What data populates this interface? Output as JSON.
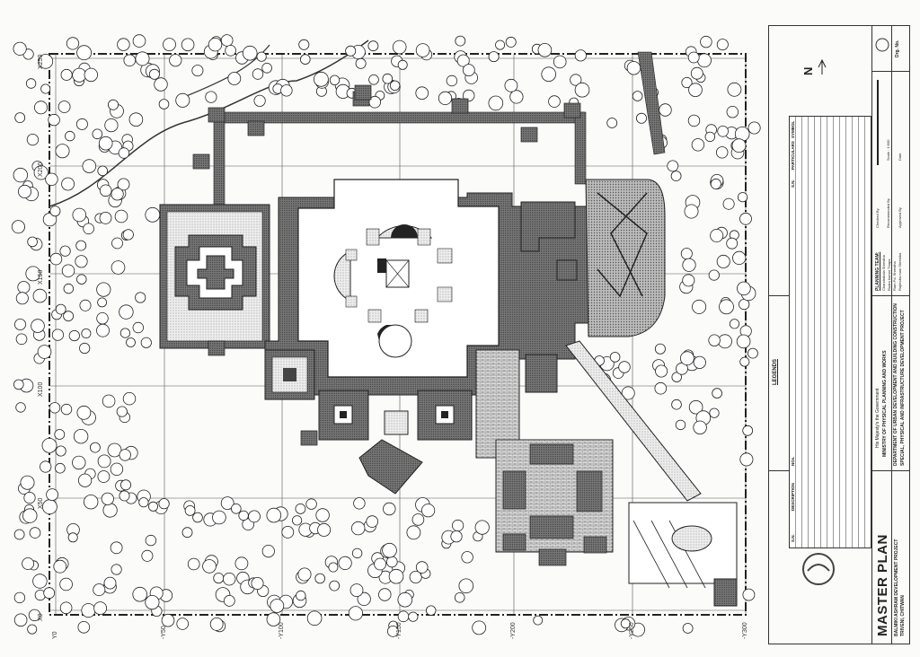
{
  "title_block": {
    "title": "MASTER PLAN",
    "project": "BALMIKI ASHRAM DEVELOPMENT PROJECT",
    "location": "TRIVENI, CHITWAN",
    "government": "His Majesty's the Government",
    "ministry": "MINISTRY OF PHYSICAL PLANNING AND WORKS",
    "department": "DEPARTMENT OF URBAN DEVELOPMENT AND BUILDING CONSTRUCTION",
    "special_project": "SPECIAL, PHYSICAL AND INFRASTRUCTURE DEVELOPMENT PROJECT",
    "planning_team_label": "PLANNING TEAM:",
    "planning_team": [
      "Chandrakala Shrestha",
      "Rudra kumar Thapa",
      "Ram Pd. Shrestha",
      "Rajendra man Shrestha"
    ],
    "checked_by": "Checked By",
    "recommended_by": "Recommended By",
    "approved_by": "Approved By",
    "scale": "Scale : 1:600",
    "date": "Date",
    "drg_no": "Drg. No."
  },
  "legend": {
    "heading": "LEGENDS",
    "columns": [
      "S.N.",
      "DESCRIPTION",
      "NOs."
    ],
    "symbol_columns": [
      "S.N.",
      "PARTICULARS",
      "SYMBOL"
    ]
  },
  "north_label": "N",
  "grid": {
    "x_labels": [
      "X250",
      "X200",
      "X150",
      "X100",
      "X50",
      "X0"
    ],
    "y_labels": [
      "Y0",
      "-Y50",
      "-Y100",
      "-Y150",
      "-Y200",
      "-Y250",
      "-Y300"
    ]
  },
  "colors": {
    "ink": "#222222",
    "hatch": "#8a8a8a",
    "dark": "#3a3a3a",
    "paper": "#fbfbfa"
  }
}
